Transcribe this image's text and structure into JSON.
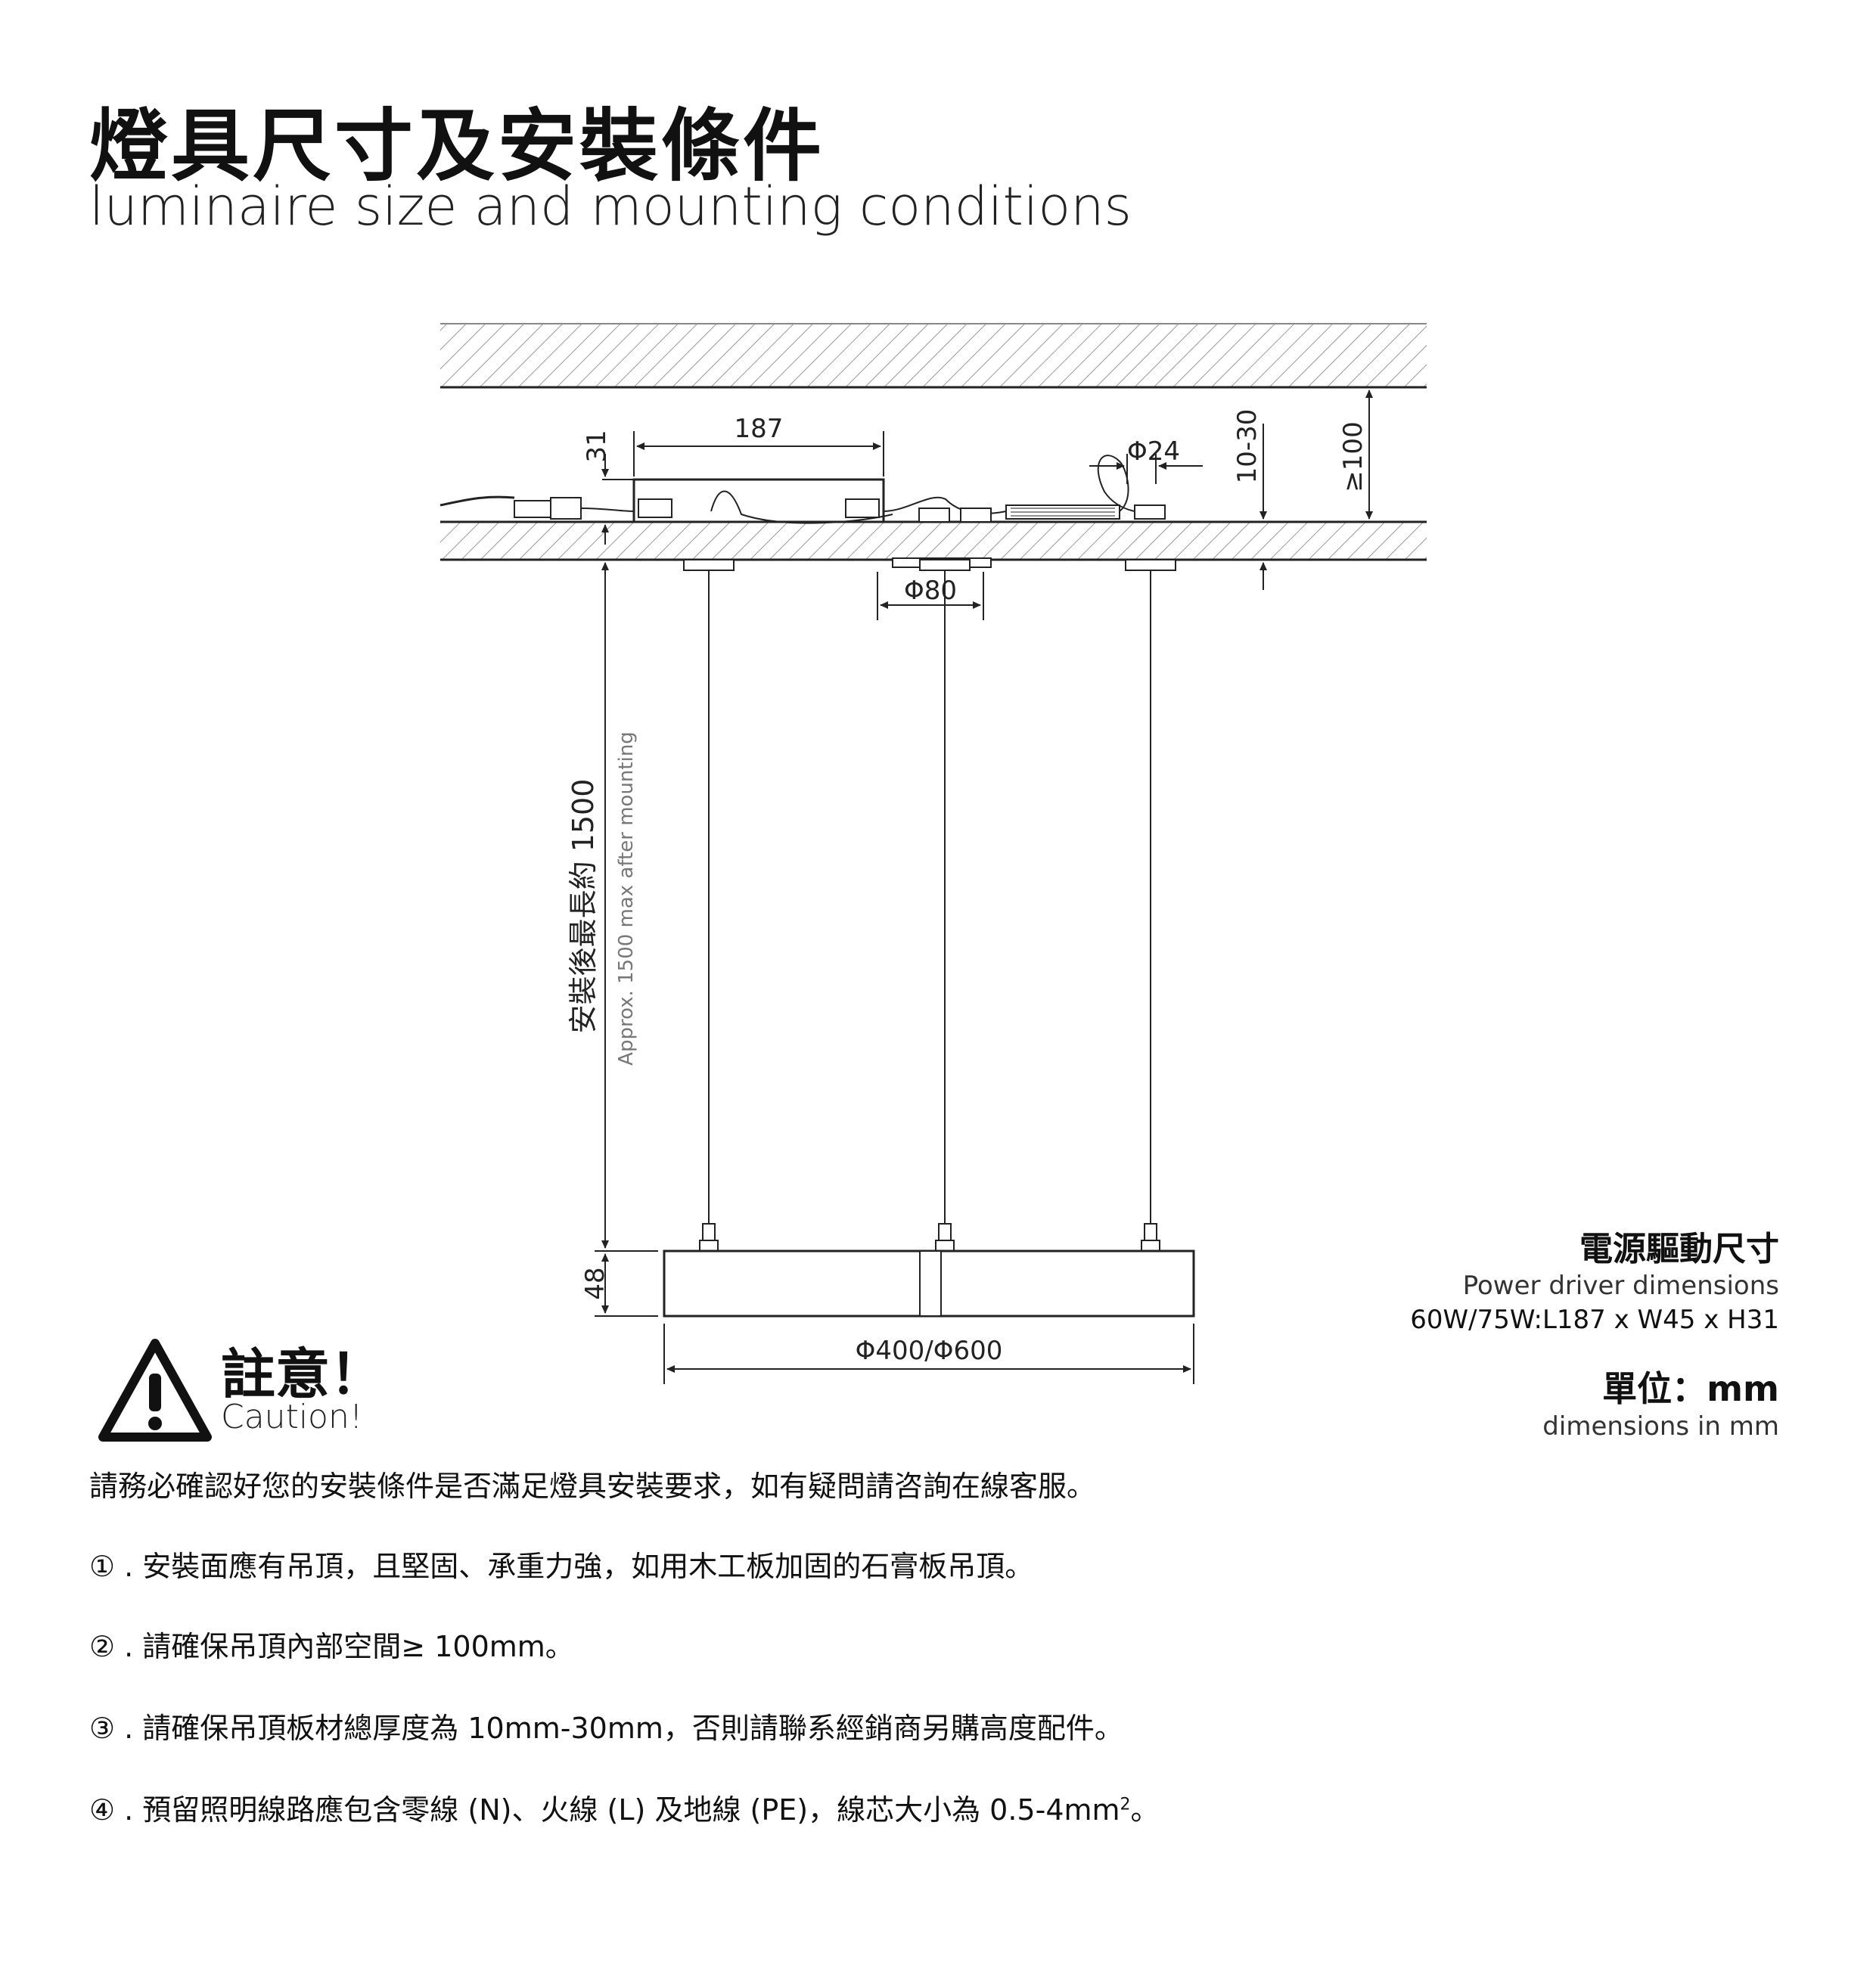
{
  "header": {
    "title_zh": "燈具尺寸及安裝條件",
    "title_en": "luminaire size and mounting conditions"
  },
  "diagram": {
    "dim_driver_length": "187",
    "dim_driver_height": "31",
    "dim_cable": "Φ24",
    "dim_ceiling_thickness": "10-30",
    "dim_cavity": "≥100",
    "dim_canopy": "Φ80",
    "dim_hang_zh": "安裝後最長約 1500",
    "dim_hang_en": "Approx. 1500 max after mounting",
    "dim_fixture_height": "48",
    "dim_fixture_diameter": "Φ400/Φ600"
  },
  "power_driver": {
    "title_zh": "電源驅動尺寸",
    "title_en": "Power driver dimensions",
    "spec": "60W/75W:L187 x W45 x H31"
  },
  "units": {
    "title_zh": "單位：mm",
    "title_en": "dimensions in mm"
  },
  "caution": {
    "icon": "warning-triangle-icon",
    "title_zh": "註意！",
    "title_en": "Caution!",
    "intro": "請務必確認好您的安裝條件是否滿足燈具安裝要求，如有疑問請咨詢在線客服。",
    "notes": [
      "① . 安裝面應有吊頂，且堅固、承重力強，如用木工板加固的石膏板吊頂。",
      "② . 請確保吊頂內部空間≥ 100mm。",
      "③ . 請確保吊頂板材總厚度為 10mm-30mm，否則請聯系經銷商另購高度配件。",
      "④ . 預留照明線路應包含零線 (N)、火線 (L) 及地線 (PE)，線芯大小為 0.5-4mm",
      "2",
      "。"
    ]
  }
}
